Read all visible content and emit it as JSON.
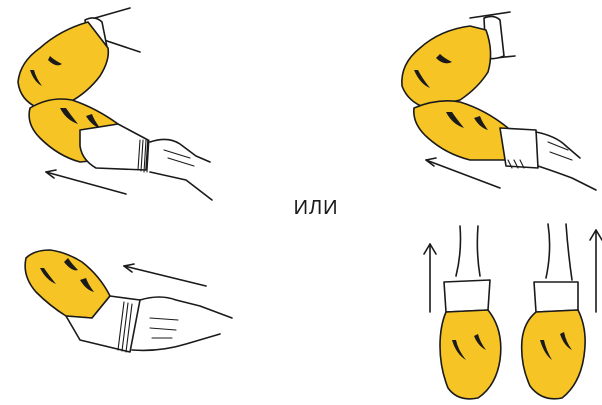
{
  "separator_text": "ИЛИ",
  "colors": {
    "glove_yellow": "#f7c425",
    "ink": "#1a1a1a",
    "background": "#ffffff"
  },
  "panels": [
    {
      "id": "top-left",
      "description_icon": "glove-removal-pull-left-icon",
      "arrow_direction": "left"
    },
    {
      "id": "top-right",
      "description_icon": "glove-removal-pull-left-icon",
      "arrow_direction": "left"
    },
    {
      "id": "bottom-left",
      "description_icon": "glove-removal-pull-off-icon",
      "arrow_direction": "left"
    },
    {
      "id": "bottom-right",
      "description_icon": "both-hands-pull-up-icon",
      "arrow_direction": "up"
    }
  ]
}
